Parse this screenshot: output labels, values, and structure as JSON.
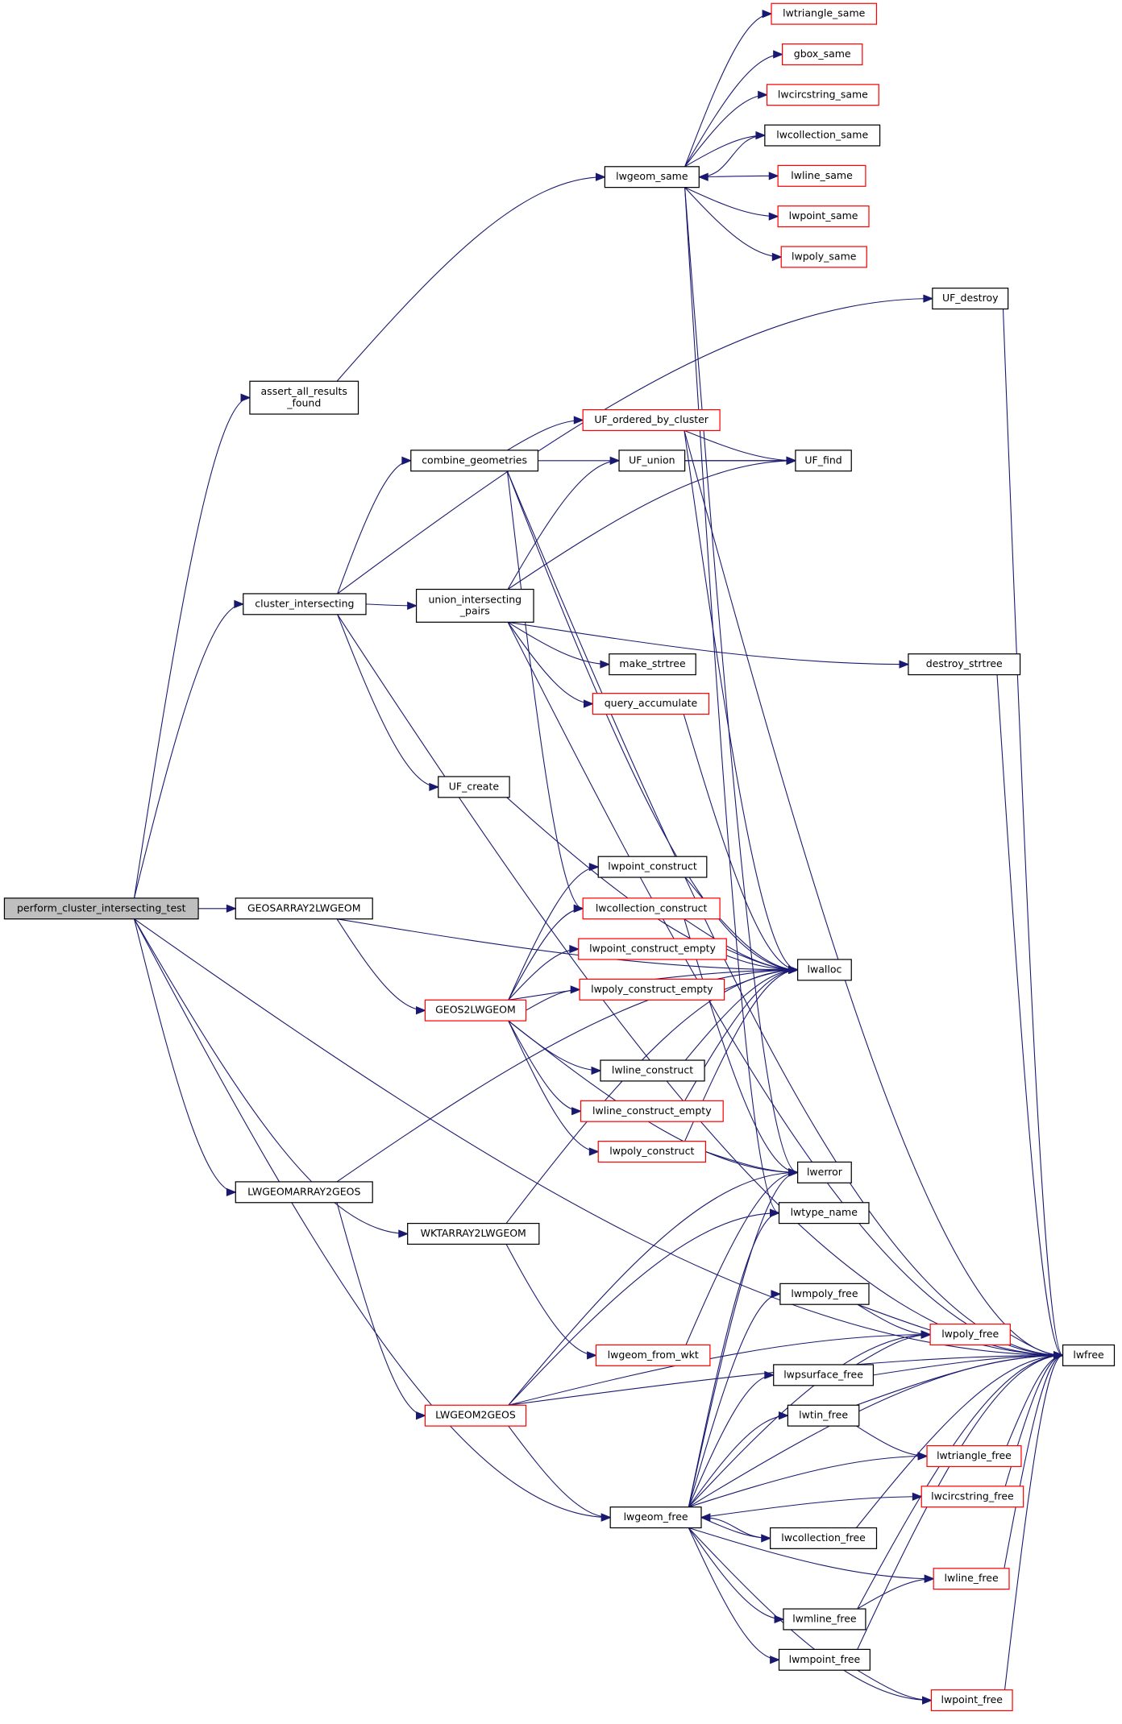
{
  "title": "Call graph of perform_cluster_intersecting_test",
  "colors": {
    "edge": "#191970",
    "missing_border": "#ff0000",
    "root_fill": "#bfbfbf"
  },
  "nodes": [
    {
      "id": "perform_cluster_intersecting_test",
      "label": [
        "perform_cluster_intersecting_test"
      ],
      "kind": "root"
    },
    {
      "id": "assert_all_results_found",
      "label": [
        "assert_all_results",
        "_found"
      ],
      "kind": "normal"
    },
    {
      "id": "cluster_intersecting",
      "label": [
        "cluster_intersecting"
      ],
      "kind": "normal"
    },
    {
      "id": "GEOSARRAY2LWGEOM",
      "label": [
        "GEOSARRAY2LWGEOM"
      ],
      "kind": "normal"
    },
    {
      "id": "LWGEOMARRAY2GEOS",
      "label": [
        "LWGEOMARRAY2GEOS"
      ],
      "kind": "normal"
    },
    {
      "id": "WKTARRAY2LWGEOM",
      "label": [
        "WKTARRAY2LWGEOM"
      ],
      "kind": "normal"
    },
    {
      "id": "lwgeom_same",
      "label": [
        "lwgeom_same"
      ],
      "kind": "normal"
    },
    {
      "id": "lwtriangle_same",
      "label": [
        "lwtriangle_same"
      ],
      "kind": "red"
    },
    {
      "id": "gbox_same",
      "label": [
        "gbox_same"
      ],
      "kind": "red"
    },
    {
      "id": "lwcircstring_same",
      "label": [
        "lwcircstring_same"
      ],
      "kind": "red"
    },
    {
      "id": "lwcollection_same",
      "label": [
        "lwcollection_same"
      ],
      "kind": "normal"
    },
    {
      "id": "lwline_same",
      "label": [
        "lwline_same"
      ],
      "kind": "red"
    },
    {
      "id": "lwpoint_same",
      "label": [
        "lwpoint_same"
      ],
      "kind": "red"
    },
    {
      "id": "lwpoly_same",
      "label": [
        "lwpoly_same"
      ],
      "kind": "red"
    },
    {
      "id": "UF_destroy",
      "label": [
        "UF_destroy"
      ],
      "kind": "normal"
    },
    {
      "id": "UF_ordered_by_cluster",
      "label": [
        "UF_ordered_by_cluster"
      ],
      "kind": "red"
    },
    {
      "id": "combine_geometries",
      "label": [
        "combine_geometries"
      ],
      "kind": "normal"
    },
    {
      "id": "UF_union",
      "label": [
        "UF_union"
      ],
      "kind": "normal"
    },
    {
      "id": "UF_find",
      "label": [
        "UF_find"
      ],
      "kind": "normal"
    },
    {
      "id": "union_intersecting_pairs",
      "label": [
        "union_intersecting",
        "_pairs"
      ],
      "kind": "normal"
    },
    {
      "id": "make_strtree",
      "label": [
        "make_strtree"
      ],
      "kind": "normal"
    },
    {
      "id": "destroy_strtree",
      "label": [
        "destroy_strtree"
      ],
      "kind": "normal"
    },
    {
      "id": "query_accumulate",
      "label": [
        "query_accumulate"
      ],
      "kind": "red"
    },
    {
      "id": "UF_create",
      "label": [
        "UF_create"
      ],
      "kind": "normal"
    },
    {
      "id": "lwpoint_construct",
      "label": [
        "lwpoint_construct"
      ],
      "kind": "normal"
    },
    {
      "id": "lwcollection_construct",
      "label": [
        "lwcollection_construct"
      ],
      "kind": "red"
    },
    {
      "id": "lwpoint_construct_empty",
      "label": [
        "lwpoint_construct_empty"
      ],
      "kind": "red"
    },
    {
      "id": "lwpoly_construct_empty",
      "label": [
        "lwpoly_construct_empty"
      ],
      "kind": "red"
    },
    {
      "id": "lwalloc",
      "label": [
        "lwalloc"
      ],
      "kind": "normal"
    },
    {
      "id": "GEOS2LWGEOM",
      "label": [
        "GEOS2LWGEOM"
      ],
      "kind": "red"
    },
    {
      "id": "lwline_construct",
      "label": [
        "lwline_construct"
      ],
      "kind": "normal"
    },
    {
      "id": "lwline_construct_empty",
      "label": [
        "lwline_construct_empty"
      ],
      "kind": "red"
    },
    {
      "id": "lwpoly_construct",
      "label": [
        "lwpoly_construct"
      ],
      "kind": "red"
    },
    {
      "id": "lwerror",
      "label": [
        "lwerror"
      ],
      "kind": "normal"
    },
    {
      "id": "lwtype_name",
      "label": [
        "lwtype_name"
      ],
      "kind": "normal"
    },
    {
      "id": "lwmpoly_free",
      "label": [
        "lwmpoly_free"
      ],
      "kind": "normal"
    },
    {
      "id": "lwpoly_free",
      "label": [
        "lwpoly_free"
      ],
      "kind": "red"
    },
    {
      "id": "lwfree",
      "label": [
        "lwfree"
      ],
      "kind": "normal"
    },
    {
      "id": "lwgeom_from_wkt",
      "label": [
        "lwgeom_from_wkt"
      ],
      "kind": "red"
    },
    {
      "id": "lwpsurface_free",
      "label": [
        "lwpsurface_free"
      ],
      "kind": "normal"
    },
    {
      "id": "LWGEOM2GEOS",
      "label": [
        "LWGEOM2GEOS"
      ],
      "kind": "red"
    },
    {
      "id": "lwtin_free",
      "label": [
        "lwtin_free"
      ],
      "kind": "normal"
    },
    {
      "id": "lwtriangle_free",
      "label": [
        "lwtriangle_free"
      ],
      "kind": "red"
    },
    {
      "id": "lwcircstring_free",
      "label": [
        "lwcircstring_free"
      ],
      "kind": "red"
    },
    {
      "id": "lwgeom_free",
      "label": [
        "lwgeom_free"
      ],
      "kind": "normal"
    },
    {
      "id": "lwcollection_free",
      "label": [
        "lwcollection_free"
      ],
      "kind": "normal"
    },
    {
      "id": "lwline_free",
      "label": [
        "lwline_free"
      ],
      "kind": "red"
    },
    {
      "id": "lwmline_free",
      "label": [
        "lwmline_free"
      ],
      "kind": "normal"
    },
    {
      "id": "lwmpoint_free",
      "label": [
        "lwmpoint_free"
      ],
      "kind": "normal"
    },
    {
      "id": "lwpoint_free",
      "label": [
        "lwpoint_free"
      ],
      "kind": "red"
    }
  ],
  "edges": [
    [
      "perform_cluster_intersecting_test",
      "assert_all_results_found"
    ],
    [
      "perform_cluster_intersecting_test",
      "cluster_intersecting"
    ],
    [
      "perform_cluster_intersecting_test",
      "GEOSARRAY2LWGEOM"
    ],
    [
      "perform_cluster_intersecting_test",
      "LWGEOMARRAY2GEOS"
    ],
    [
      "perform_cluster_intersecting_test",
      "WKTARRAY2LWGEOM"
    ],
    [
      "perform_cluster_intersecting_test",
      "lwgeom_free"
    ],
    [
      "perform_cluster_intersecting_test",
      "lwfree"
    ],
    [
      "assert_all_results_found",
      "lwgeom_same"
    ],
    [
      "lwgeom_same",
      "lwtriangle_same"
    ],
    [
      "lwgeom_same",
      "gbox_same"
    ],
    [
      "lwgeom_same",
      "lwcircstring_same"
    ],
    [
      "lwgeom_same",
      "lwcollection_same"
    ],
    [
      "lwgeom_same",
      "lwline_same"
    ],
    [
      "lwgeom_same",
      "lwpoint_same"
    ],
    [
      "lwgeom_same",
      "lwpoly_same"
    ],
    [
      "lwgeom_same",
      "lwerror"
    ],
    [
      "lwgeom_same",
      "lwtype_name"
    ],
    [
      "lwcollection_same",
      "lwgeom_same"
    ],
    [
      "cluster_intersecting",
      "combine_geometries"
    ],
    [
      "cluster_intersecting",
      "union_intersecting_pairs"
    ],
    [
      "cluster_intersecting",
      "UF_create"
    ],
    [
      "cluster_intersecting",
      "UF_destroy"
    ],
    [
      "cluster_intersecting",
      "lwfree"
    ],
    [
      "combine_geometries",
      "UF_ordered_by_cluster"
    ],
    [
      "combine_geometries",
      "UF_find"
    ],
    [
      "combine_geometries",
      "lwalloc"
    ],
    [
      "combine_geometries",
      "lwcollection_construct"
    ],
    [
      "combine_geometries",
      "lwfree"
    ],
    [
      "UF_ordered_by_cluster",
      "UF_find"
    ],
    [
      "UF_ordered_by_cluster",
      "lwalloc"
    ],
    [
      "UF_ordered_by_cluster",
      "lwfree"
    ],
    [
      "UF_union",
      "UF_find"
    ],
    [
      "union_intersecting_pairs",
      "UF_union"
    ],
    [
      "union_intersecting_pairs",
      "UF_find"
    ],
    [
      "union_intersecting_pairs",
      "make_strtree"
    ],
    [
      "union_intersecting_pairs",
      "destroy_strtree"
    ],
    [
      "union_intersecting_pairs",
      "query_accumulate"
    ],
    [
      "union_intersecting_pairs",
      "lwfree"
    ],
    [
      "destroy_strtree",
      "lwfree"
    ],
    [
      "UF_destroy",
      "lwfree"
    ],
    [
      "query_accumulate",
      "lwalloc"
    ],
    [
      "UF_create",
      "lwalloc"
    ],
    [
      "GEOSARRAY2LWGEOM",
      "GEOS2LWGEOM"
    ],
    [
      "GEOSARRAY2LWGEOM",
      "lwalloc"
    ],
    [
      "GEOS2LWGEOM",
      "lwpoint_construct"
    ],
    [
      "GEOS2LWGEOM",
      "lwcollection_construct"
    ],
    [
      "GEOS2LWGEOM",
      "lwpoint_construct_empty"
    ],
    [
      "GEOS2LWGEOM",
      "lwpoly_construct_empty"
    ],
    [
      "GEOS2LWGEOM",
      "lwalloc"
    ],
    [
      "GEOS2LWGEOM",
      "lwline_construct"
    ],
    [
      "GEOS2LWGEOM",
      "lwline_construct_empty"
    ],
    [
      "GEOS2LWGEOM",
      "lwpoly_construct"
    ],
    [
      "GEOS2LWGEOM",
      "lwerror"
    ],
    [
      "lwpoint_construct",
      "lwalloc"
    ],
    [
      "lwcollection_construct",
      "lwalloc"
    ],
    [
      "lwcollection_construct",
      "lwerror"
    ],
    [
      "lwpoint_construct_empty",
      "lwalloc"
    ],
    [
      "lwpoly_construct_empty",
      "lwalloc"
    ],
    [
      "lwline_construct",
      "lwalloc"
    ],
    [
      "lwline_construct_empty",
      "lwalloc"
    ],
    [
      "lwpoly_construct",
      "lwalloc"
    ],
    [
      "lwpoly_construct",
      "lwerror"
    ],
    [
      "LWGEOMARRAY2GEOS",
      "LWGEOM2GEOS"
    ],
    [
      "LWGEOMARRAY2GEOS",
      "lwalloc"
    ],
    [
      "WKTARRAY2LWGEOM",
      "lwgeom_from_wkt"
    ],
    [
      "WKTARRAY2LWGEOM",
      "lwalloc"
    ],
    [
      "lwgeom_from_wkt",
      "lwerror"
    ],
    [
      "LWGEOM2GEOS",
      "lwerror"
    ],
    [
      "LWGEOM2GEOS",
      "lwtype_name"
    ],
    [
      "LWGEOM2GEOS",
      "lwpoly_free"
    ],
    [
      "LWGEOM2GEOS",
      "lwgeom_free"
    ],
    [
      "LWGEOM2GEOS",
      "lwfree"
    ],
    [
      "lwgeom_free",
      "lwerror"
    ],
    [
      "lwgeom_free",
      "lwtype_name"
    ],
    [
      "lwgeom_free",
      "lwmpoly_free"
    ],
    [
      "lwgeom_free",
      "lwpsurface_free"
    ],
    [
      "lwgeom_free",
      "lwtin_free"
    ],
    [
      "lwgeom_free",
      "lwtriangle_free"
    ],
    [
      "lwgeom_free",
      "lwcircstring_free"
    ],
    [
      "lwgeom_free",
      "lwcollection_free"
    ],
    [
      "lwgeom_free",
      "lwline_free"
    ],
    [
      "lwgeom_free",
      "lwmline_free"
    ],
    [
      "lwgeom_free",
      "lwmpoint_free"
    ],
    [
      "lwgeom_free",
      "lwpoint_free"
    ],
    [
      "lwgeom_free",
      "lwpoly_free"
    ],
    [
      "lwgeom_free",
      "lwfree"
    ],
    [
      "lwcollection_free",
      "lwgeom_free"
    ],
    [
      "lwcollection_free",
      "lwfree"
    ],
    [
      "lwmpoly_free",
      "lwpoly_free"
    ],
    [
      "lwmpoly_free",
      "lwfree"
    ],
    [
      "lwpoly_free",
      "lwfree"
    ],
    [
      "lwpsurface_free",
      "lwpoly_free"
    ],
    [
      "lwpsurface_free",
      "lwfree"
    ],
    [
      "lwtin_free",
      "lwtriangle_free"
    ],
    [
      "lwtin_free",
      "lwfree"
    ],
    [
      "lwtriangle_free",
      "lwfree"
    ],
    [
      "lwcircstring_free",
      "lwfree"
    ],
    [
      "lwline_free",
      "lwfree"
    ],
    [
      "lwmline_free",
      "lwline_free"
    ],
    [
      "lwmline_free",
      "lwfree"
    ],
    [
      "lwmpoint_free",
      "lwpoint_free"
    ],
    [
      "lwmpoint_free",
      "lwfree"
    ],
    [
      "lwpoint_free",
      "lwfree"
    ]
  ]
}
